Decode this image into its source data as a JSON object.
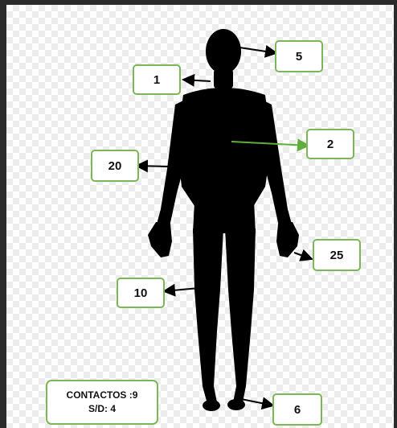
{
  "labels": {
    "head": "5",
    "neck": "1",
    "chest": "2",
    "right_arm": "20",
    "left_hand": "25",
    "thigh": "10",
    "foot": "6"
  },
  "summary": {
    "contacts": "CONTACTOS :9",
    "sd": "S/D: 4"
  },
  "colors": {
    "box_border": "#7cb657",
    "chest_arrow": "#5fae3c",
    "silhouette": "#000000"
  }
}
